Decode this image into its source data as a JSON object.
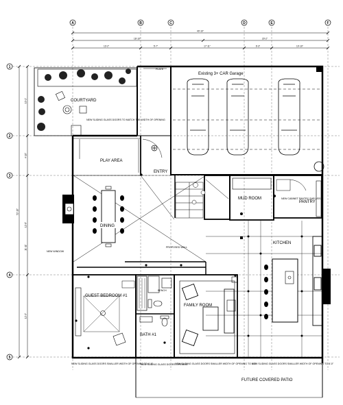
{
  "grid": {
    "top": [
      "A",
      "B",
      "C",
      "D",
      "E",
      "F"
    ],
    "left": [
      "1",
      "2",
      "3",
      "4",
      "5"
    ]
  },
  "dimensions": {
    "overall_top": "40'-10\"",
    "upper_left": "18'-10\"",
    "upper_right": "20'-2\"",
    "lower": [
      "13'-2\"",
      "5'-7\"",
      "17'-11\"",
      "6'-3\"",
      "10'-10\""
    ],
    "overall_left": "52'-10\"",
    "left_segments": [
      "10'-1\"",
      "4'-10\"",
      "12'-6\"",
      "11'-11\"",
      "12'-3\""
    ]
  },
  "rooms": {
    "courtyard": "COURTYARD",
    "garage": "Existing 3+ CAR Garage",
    "play_area": "PLAY AREA",
    "entry": "ENTRY",
    "dining": "DINING",
    "mud_room": "MUD ROOM",
    "pantry": "PANTRY",
    "kitchen": "KITCHEN",
    "guest_bedroom": "GUEST BEDROOM #1",
    "bath": "BATH #1",
    "family_room": "FAMILY ROOM",
    "patio": "FUTURE COVERED PATIO"
  },
  "notes": {
    "door_courtyard": "NEW SLIDING GLASS DOORS TO MATCH THE WIDTH OF OPENING",
    "door_guest": "NEW SLIDING GLASS DOORS SMALLER WIDTH OF OPENING TO 6'-0\"",
    "door_bath": "NEW SLIDING GLASS DOORS OPENING",
    "door_family": "NEW SLIDING GLASS DOORS SMALLER WIDTH OF OPENING TO 8'-0\"",
    "door_kitchen": "NEW SLIDING GLASS DOORS SMALLER WIDTH OF OPENING TO 8'-0\"",
    "window_dining": "NEW WINDOW",
    "pantry_note": "NEW CABINET PANTRY SHELVES",
    "proposed": "PROPOSED WALL",
    "plate": "PLATE",
    "bench": "BENCH"
  }
}
